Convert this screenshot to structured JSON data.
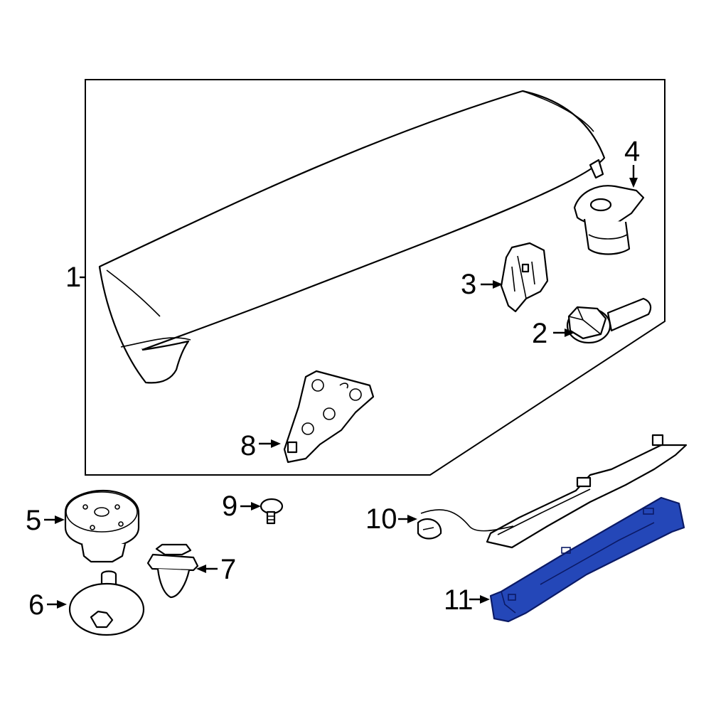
{
  "callouts": {
    "c1": "1",
    "c2": "2",
    "c3": "3",
    "c4": "4",
    "c5": "5",
    "c6": "6",
    "c7": "7",
    "c8": "8",
    "c9": "9",
    "c10": "10",
    "c11": "11"
  },
  "colors": {
    "highlight_part": "#2447b8",
    "line": "#000000",
    "background": "#ffffff"
  },
  "highlighted_callout": "11"
}
